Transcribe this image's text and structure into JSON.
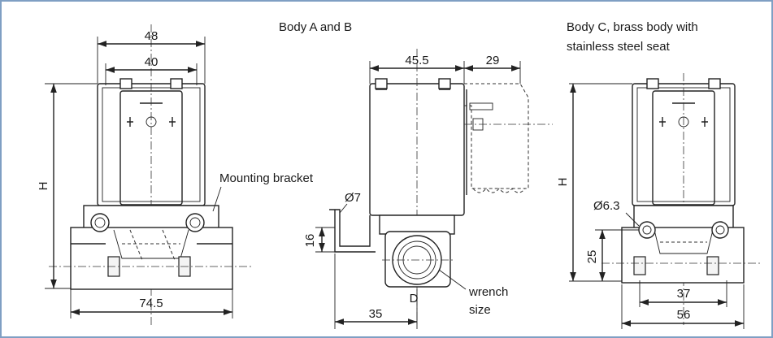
{
  "titles": {
    "body_ab": "Body A and B",
    "body_c_line1": "Body C, brass body with",
    "body_c_line2": "stainless steel seat"
  },
  "callouts": {
    "mounting_bracket": "Mounting bracket",
    "bolt_dia_ab": "Ø7",
    "bolt_dia_c": "Ø6.3",
    "wrench_line1": "wrench",
    "wrench_line2": "size"
  },
  "dimensions": {
    "view1": {
      "top_outer": "48",
      "top_inner": "40",
      "height": "H",
      "bottom": "74.5"
    },
    "view2": {
      "top_width": "45.5",
      "connector": "29",
      "bracket_height": "16",
      "bottom_offset": "35",
      "port": "D"
    },
    "view3": {
      "height": "H",
      "mount_height": "25",
      "inner_width": "37",
      "outer_width": "56"
    }
  }
}
